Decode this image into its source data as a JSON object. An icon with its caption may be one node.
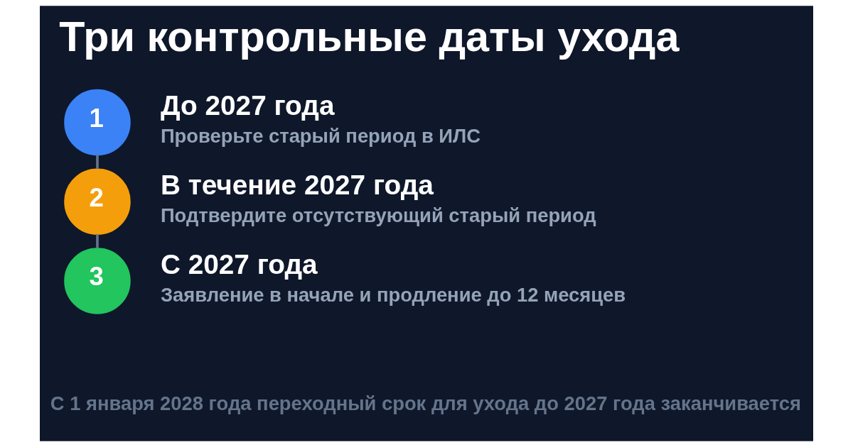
{
  "diagram": {
    "title": "Три контрольные даты ухода",
    "caption": "С 1 января 2028 года переходный срок для ухода до 2027 года заканчивается",
    "nodes": [
      {
        "text": [
          "1"
        ],
        "beside": [
          "До 2027 года",
          "Проверьте старый период в ИЛС"
        ]
      },
      {
        "text": [
          "2"
        ],
        "beside": [
          "В течение 2027 года",
          "Подтвердите отсутствующий старый период"
        ]
      },
      {
        "text": [
          "3"
        ],
        "beside": [
          "С 2027 года",
          "Заявление в начале и продление до 12 месяцев"
        ]
      }
    ],
    "edges": [
      {
        "from": 0,
        "to": 1,
        "arrow": "none"
      },
      {
        "from": 1,
        "to": 2,
        "arrow": "none"
      }
    ]
  }
}
